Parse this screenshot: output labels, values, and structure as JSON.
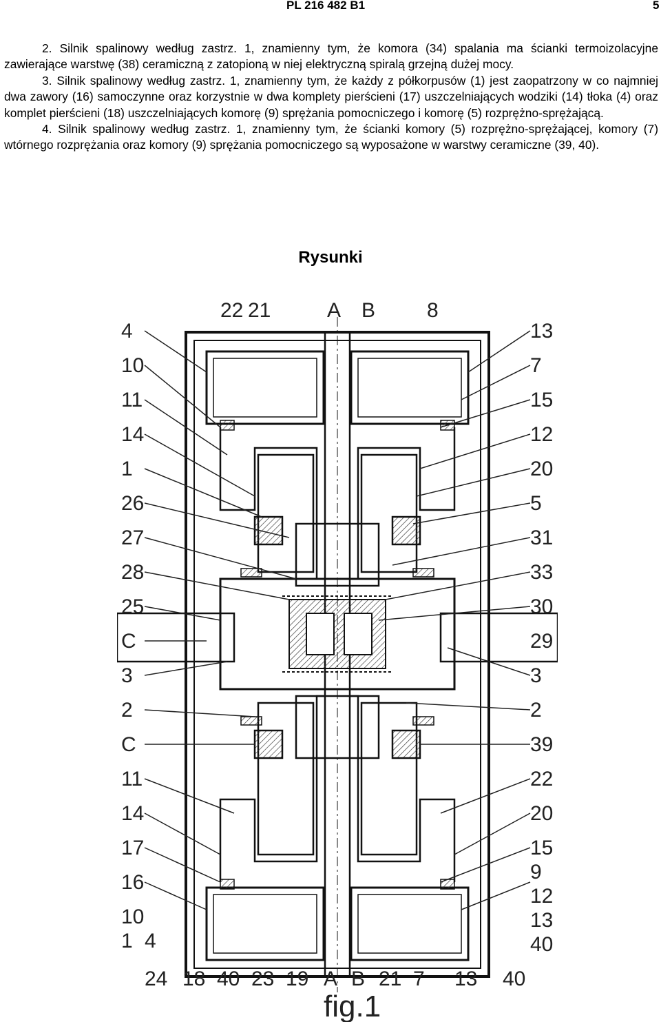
{
  "header": {
    "patent_number": "PL 216 482 B1",
    "page": "5"
  },
  "claims": [
    {
      "number": "2.",
      "text": "Silnik spalinowy według zastrz. 1, znamienny tym, że komora (34) spalania ma ścianki termoizolacyjne zawierające warstwę (38) ceramiczną z zatopioną w niej elektryczną spiralą grzejną dużej mocy."
    },
    {
      "number": "3.",
      "text": "Silnik spalinowy według zastrz. 1, znamienny tym, że każdy z półkorpusów (1) jest zaopatrzony w co najmniej dwa zawory (16) samoczynne oraz korzystnie w dwa komplety pierścieni (17) uszczelniających wodziki (14) tłoka (4) oraz komplet pierścieni (18) uszczelniających komorę (9) sprężania pomocniczego i komorę (5) rozprężno-sprężającą."
    },
    {
      "number": "4.",
      "text": "Silnik spalinowy według zastrz. 1, znamienny tym, że ścianki komory (5) rozprężno-sprężającej, komory (7) wtórnego rozprężania oraz komory (9) sprężania pomocniczego są wyposażone w warstwy ceramiczne (39, 40)."
    }
  ],
  "section_title": "Rysunki",
  "figure": {
    "caption": "fig.1",
    "labels_top": [
      "22",
      "21",
      "A",
      "B",
      "8"
    ],
    "labels_left": [
      "4",
      "10",
      "11",
      "14",
      "1",
      "26",
      "27",
      "28",
      "25",
      "C",
      "3",
      "2",
      "C",
      "11",
      "14",
      "17",
      "16",
      "10",
      "1",
      "4"
    ],
    "labels_right": [
      "13",
      "7",
      "15",
      "12",
      "20",
      "5",
      "31",
      "33",
      "30",
      "29",
      "3",
      "2",
      "39",
      "22",
      "20",
      "15",
      "9",
      "12",
      "13",
      "40"
    ],
    "labels_bottom": [
      "24",
      "18",
      "40",
      "23",
      "19",
      "A",
      "B",
      "21",
      "7",
      "13",
      "40"
    ]
  }
}
